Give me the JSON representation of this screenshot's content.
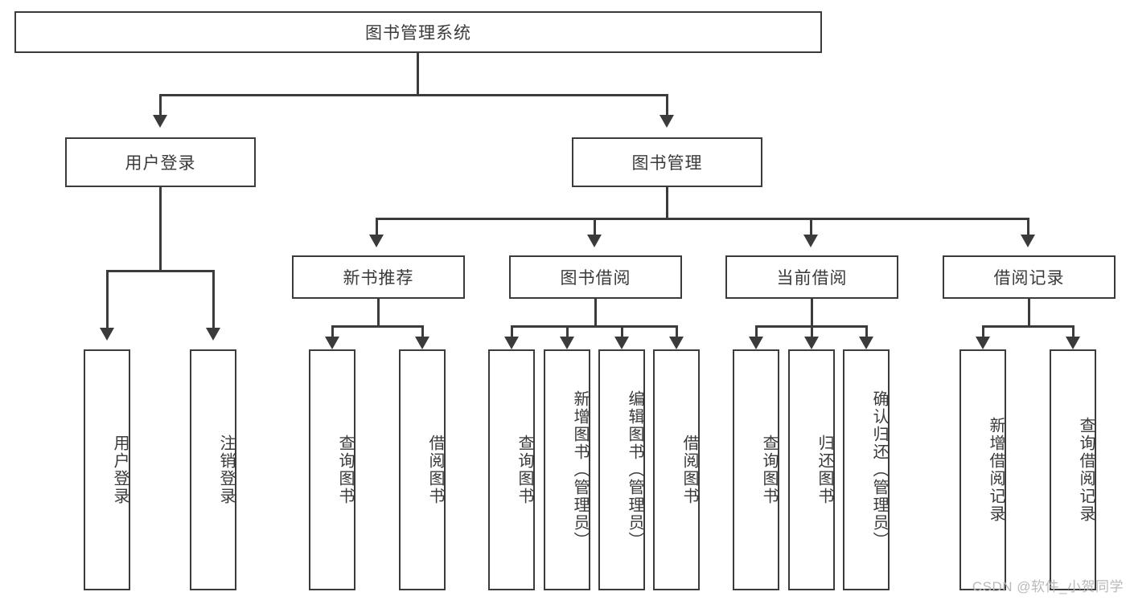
{
  "diagram": {
    "title": "图书管理系统",
    "type": "tree",
    "watermark": "CSDN @软件_小贺同学",
    "colors": {
      "stroke": "#3b3b3b",
      "fill": "#ffffff",
      "text": "#3a3a3a",
      "watermark": "#b9b9b9"
    },
    "root": {
      "label": "图书管理系统"
    },
    "level2": [
      {
        "label": "用户登录"
      },
      {
        "label": "图书管理"
      }
    ],
    "level3": [
      {
        "label": "新书推荐"
      },
      {
        "label": "图书借阅"
      },
      {
        "label": "当前借阅"
      },
      {
        "label": "借阅记录"
      }
    ],
    "leaves": {
      "user_login": [
        {
          "label": "用户登录"
        },
        {
          "label": "注销登录"
        }
      ],
      "new_book": [
        {
          "label": "查询图书"
        },
        {
          "label": "借阅图书"
        }
      ],
      "book_borrow": [
        {
          "label": "查询图书"
        },
        {
          "label": "新增图书（管理员）"
        },
        {
          "label": "编辑图书（管理员）"
        },
        {
          "label": "借阅图书"
        }
      ],
      "current_borrow": [
        {
          "label": "查询图书"
        },
        {
          "label": "归还图书"
        },
        {
          "label": "确认归还（管理员）"
        }
      ],
      "borrow_record": [
        {
          "label": "新增借阅记录"
        },
        {
          "label": "查询借阅记录"
        }
      ]
    }
  }
}
